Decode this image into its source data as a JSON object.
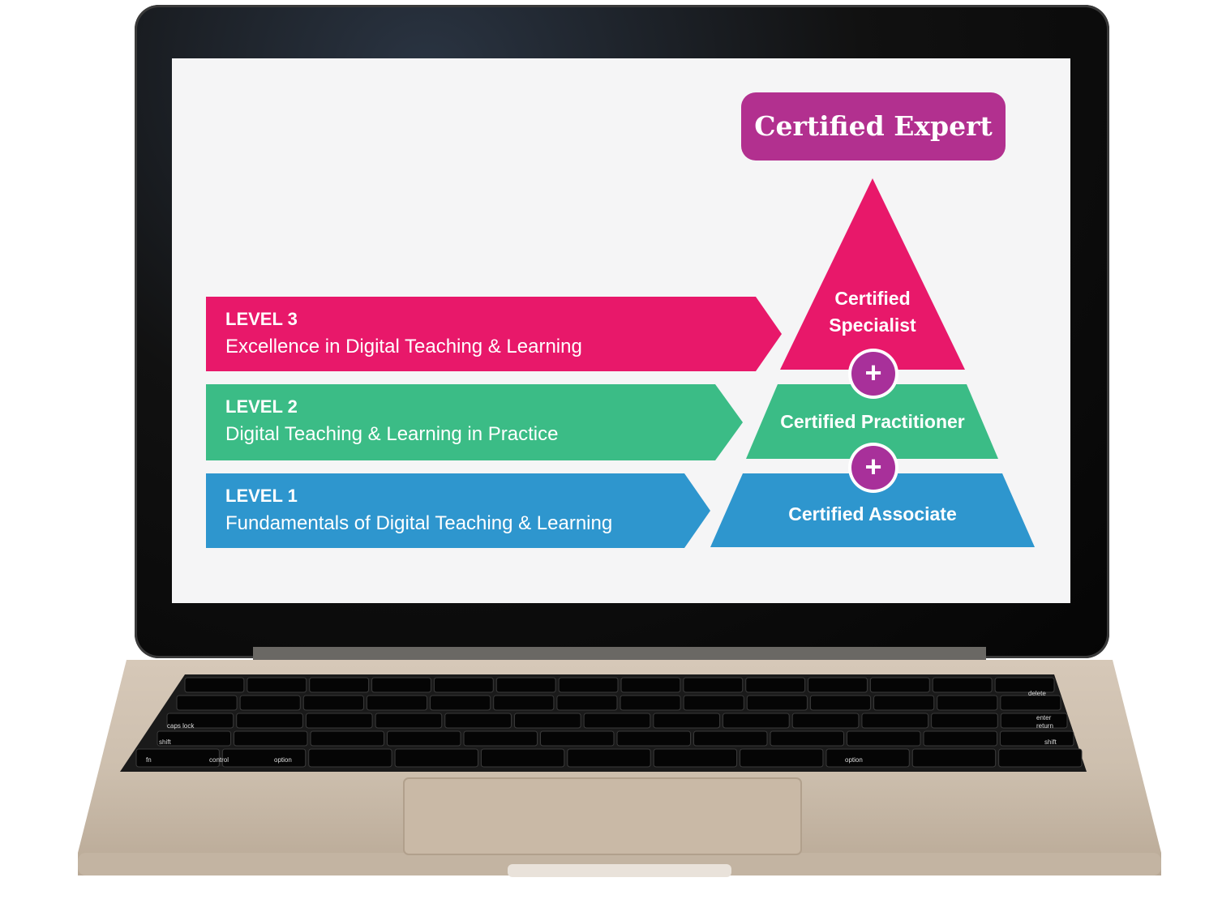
{
  "expert": {
    "label": "Certified Expert"
  },
  "levels": [
    {
      "level": "LEVEL 3",
      "title": "Excellence in Digital Teaching & Learning"
    },
    {
      "level": "LEVEL 2",
      "title": "Digital Teaching & Learning in Practice"
    },
    {
      "level": "LEVEL 1",
      "title": "Fundamentals of Digital Teaching & Learning"
    }
  ],
  "pyramid": {
    "top": "Certified\nSpecialist",
    "middle": "Certified Practitioner",
    "bottom": "Certified Associate",
    "connector": "+"
  },
  "colors": {
    "level3": "#e8186a",
    "level2": "#3bbc86",
    "level1": "#2e96ce",
    "expert": "#b2308f",
    "connector": "#a8309a"
  },
  "keyboard": {
    "keys": [
      "caps lock",
      "shift",
      "fn",
      "control",
      "option",
      "delete",
      "enter",
      "return",
      "shift",
      "option"
    ]
  }
}
